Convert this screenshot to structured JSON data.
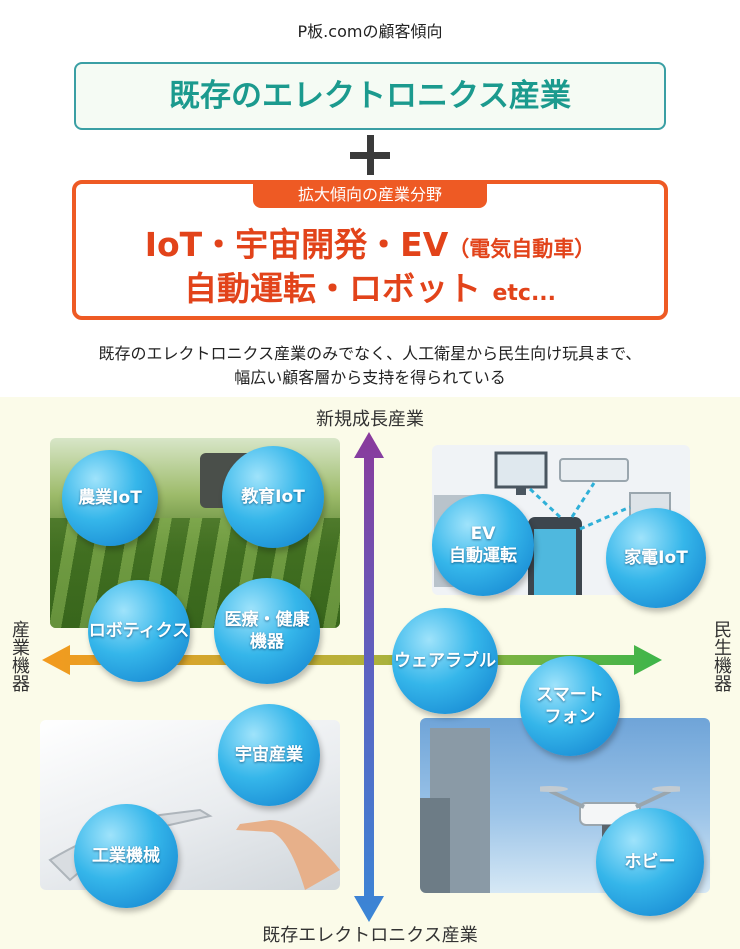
{
  "header": {
    "caption": "P板.comの顧客傾向"
  },
  "existing": {
    "label": "既存のエレクトロニクス産業"
  },
  "plus_icon": "plus-icon",
  "expanding": {
    "tab": "拡大傾向の産業分野",
    "line1_main": "IoT・宇宙開発・EV",
    "line1_sub": "（電気自動車）",
    "line2_main": "自動運転・ロボット",
    "line2_sub": "etc..."
  },
  "description": {
    "line1": "既存のエレクトロニクス産業のみでなく、人工衛星から民生向け玩具まで、",
    "line2": "幅広い顧客層から支持を得られている"
  },
  "axes": {
    "top": "新規成長産業",
    "bottom": "既存エレクトロニクス産業",
    "left": "産業機器",
    "right": "民生機器"
  },
  "bubbles": [
    {
      "id": "agri-iot",
      "label": "農業IoT"
    },
    {
      "id": "edu-iot",
      "label": "教育IoT"
    },
    {
      "id": "robotics",
      "label": "ロボティクス"
    },
    {
      "id": "medical",
      "label": "医療・健康\n機器"
    },
    {
      "id": "ev-auto",
      "label": "EV\n自動運転"
    },
    {
      "id": "home-iot",
      "label": "家電IoT"
    },
    {
      "id": "wearable",
      "label": "ウェアラブル"
    },
    {
      "id": "smartphone",
      "label": "スマート\nフォン"
    },
    {
      "id": "space",
      "label": "宇宙産業"
    },
    {
      "id": "industrial",
      "label": "工業機械"
    },
    {
      "id": "hobby",
      "label": "ホビー"
    }
  ],
  "colors": {
    "existing_border": "#3a9fa4",
    "existing_text": "#1b9a8e",
    "expanding_accent": "#ee5a24",
    "axis_left": "#f39a1e",
    "axis_right": "#3db54a",
    "axis_top": "#8a3a9c",
    "axis_bottom": "#3a86d6"
  }
}
